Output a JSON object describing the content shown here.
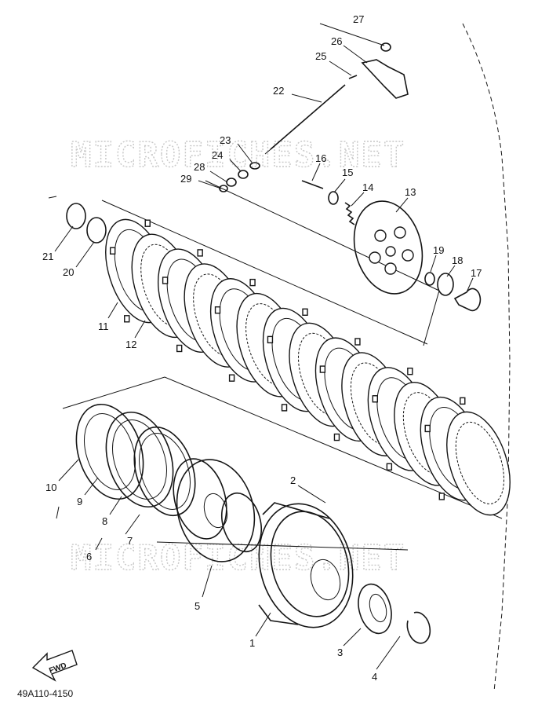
{
  "diagram": {
    "watermark_text": "MICROFICHES.NET",
    "reference_code": "49A110-4150",
    "fwd_label": "FWD",
    "part_numbers": [
      "1",
      "2",
      "3",
      "4",
      "5",
      "6",
      "7",
      "8",
      "9",
      "10",
      "11",
      "12",
      "13",
      "14",
      "15",
      "16",
      "17",
      "18",
      "19",
      "20",
      "21",
      "22",
      "23",
      "24",
      "25",
      "26",
      "27",
      "28",
      "29"
    ]
  }
}
